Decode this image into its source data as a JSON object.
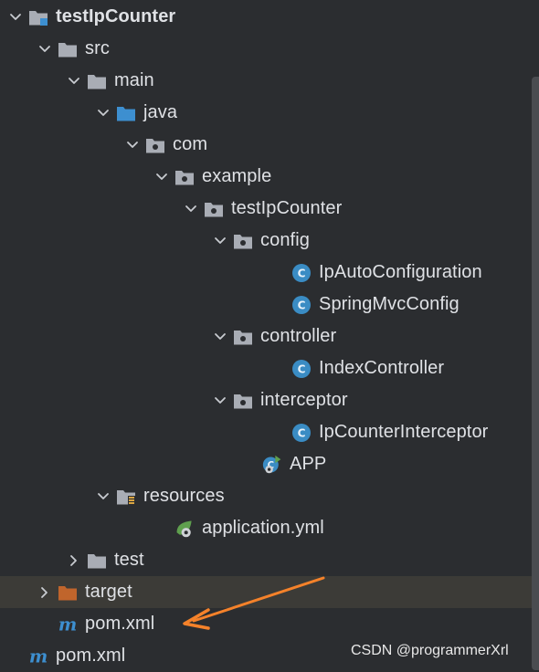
{
  "tree": {
    "items": [
      {
        "label": "testIpCounter",
        "icon": "module-folder-icon",
        "expanded": true,
        "bold": true
      },
      {
        "label": "src",
        "icon": "folder-icon",
        "expanded": true
      },
      {
        "label": "main",
        "icon": "folder-icon",
        "expanded": true
      },
      {
        "label": "java",
        "icon": "source-folder-icon",
        "expanded": true
      },
      {
        "label": "com",
        "icon": "package-icon",
        "expanded": true
      },
      {
        "label": "example",
        "icon": "package-icon",
        "expanded": true
      },
      {
        "label": "testIpCounter",
        "icon": "package-icon",
        "expanded": true
      },
      {
        "label": "config",
        "icon": "package-icon",
        "expanded": true
      },
      {
        "label": "IpAutoConfiguration",
        "icon": "class-icon"
      },
      {
        "label": "SpringMvcConfig",
        "icon": "class-icon"
      },
      {
        "label": "controller",
        "icon": "package-icon",
        "expanded": true
      },
      {
        "label": "IndexController",
        "icon": "class-icon"
      },
      {
        "label": "interceptor",
        "icon": "package-icon",
        "expanded": true
      },
      {
        "label": "IpCounterInterceptor",
        "icon": "class-icon"
      },
      {
        "label": "APP",
        "icon": "spring-boot-app-icon"
      },
      {
        "label": "resources",
        "icon": "resources-folder-icon",
        "expanded": true
      },
      {
        "label": "application.yml",
        "icon": "spring-yml-icon"
      },
      {
        "label": "test",
        "icon": "folder-icon",
        "expanded": false
      },
      {
        "label": "target",
        "icon": "excluded-folder-icon",
        "expanded": false
      },
      {
        "label": "pom.xml",
        "icon": "maven-icon"
      },
      {
        "label": "pom.xml",
        "icon": "maven-icon"
      }
    ]
  },
  "watermark": "CSDN @programmerXrl",
  "colors": {
    "background": "#2b2d30",
    "text": "#dfe1e5",
    "folder": "#a9adb5",
    "source_folder": "#3d8fd0",
    "excluded_folder": "#c0652c",
    "class": "#3a8cc4",
    "maven": "#3d8fd0",
    "spring": "#5fa04e",
    "annotation_arrow": "#f5822a",
    "highlight_row": "#3c3b37"
  }
}
